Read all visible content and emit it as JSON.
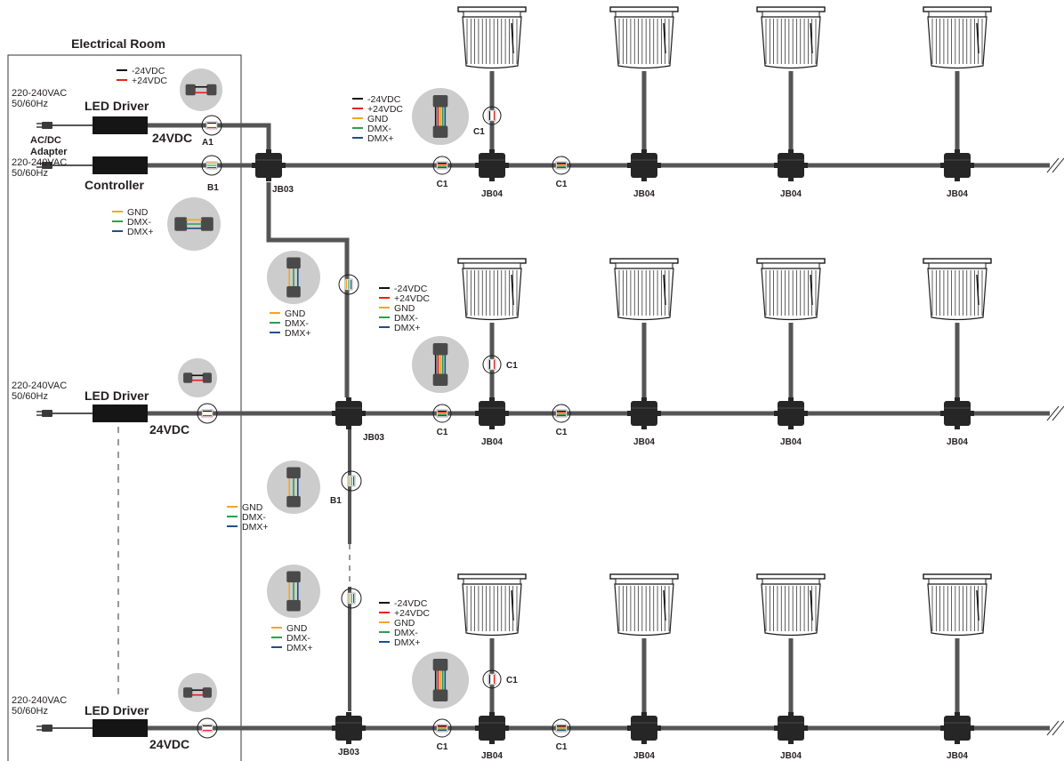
{
  "room_title": "Electrical Room",
  "colors": {
    "cable": "#555555",
    "box": "#262626",
    "neg": "#111111",
    "pos": "#e2231a",
    "gnd": "#f5a623",
    "dmx_minus": "#2e9e4f",
    "dmx_plus": "#1f4e8c",
    "bubble": "#cccccc"
  },
  "power_inputs": [
    {
      "voltage": "220-240VAC",
      "frequency": "50/60Hz"
    },
    {
      "voltage": "220-240VAC",
      "frequency": "50/60Hz"
    },
    {
      "voltage": "220-240VAC",
      "frequency": "50/60Hz"
    },
    {
      "voltage": "220-240VAC",
      "frequency": "50/60Hz"
    }
  ],
  "devices": {
    "driver_label": "LED Driver",
    "driver_output": "24VDC",
    "controller_label": "Controller",
    "adapter_label_line1": "AC/DC",
    "adapter_label_line2": "Adapter"
  },
  "legends": {
    "power": [
      "-24VDC",
      "+24VDC"
    ],
    "dmx": [
      "GND",
      "DMX-",
      "DMX+"
    ],
    "combined": [
      "-24VDC",
      "+24VDC",
      "GND",
      "DMX-",
      "DMX+"
    ]
  },
  "connector_labels": {
    "a1": "A1",
    "b1": "B1",
    "c1": "C1"
  },
  "junction_labels": {
    "jb03": "JB03",
    "jb04": "JB04"
  }
}
